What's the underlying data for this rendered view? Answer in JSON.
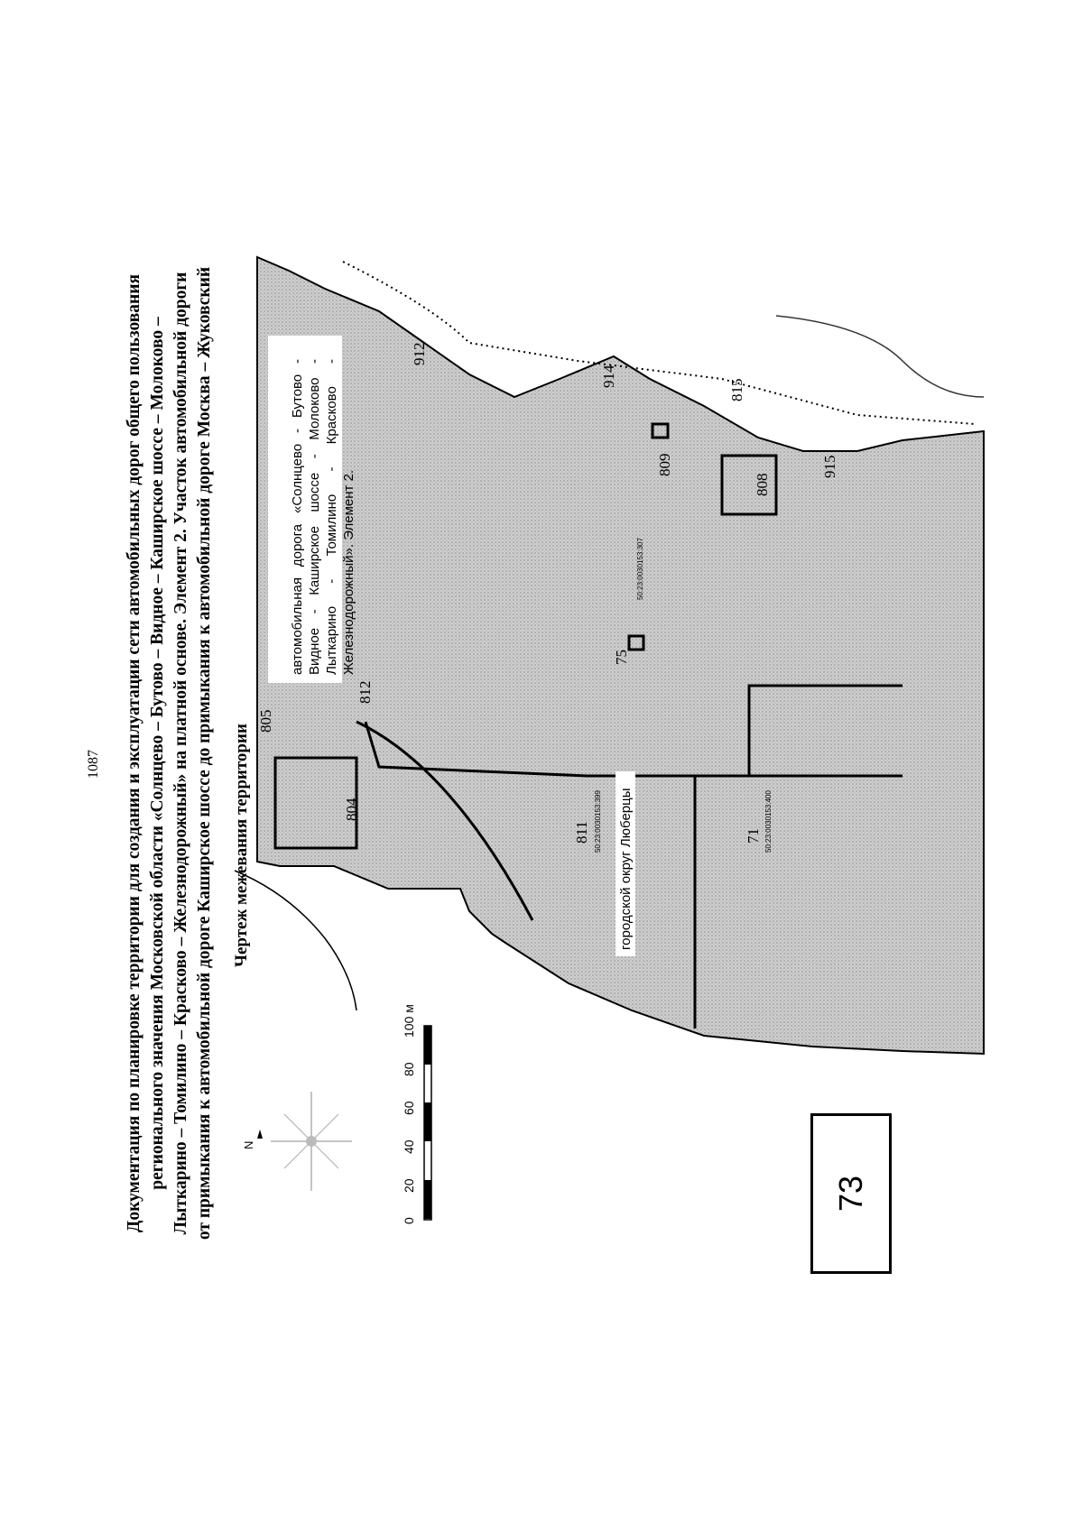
{
  "page_number": "1087",
  "title_lines": [
    "Документация по планировке территории для создания и эксплуатации сети автомобильных дорог общего пользования",
    "регионального значения Московской области «Солнцево – Бутово – Видное – Каширское шоссе – Молоково –",
    "Лыткарино – Томилино – Красково – Железнодорожный» на платной основе. Элемент 2. Участок автомобильной дороги",
    "от примыкания к автомобильной дороге Каширское шоссе до примыкания к автомобильной дороге Москва – Жуковский"
  ],
  "drawing_title": "Чертеж межевания территории",
  "road_label": "автомобильная дорога «Солнцево - Бутово - Видное - Каширское шоссе - Молоково - Лыткарино - Томилино - Красково - Железнодорожный». Элемент 2.",
  "district_label": "городской округ Люберцы",
  "scale_ticks": [
    "0",
    "20",
    "40",
    "60",
    "80",
    "100 м"
  ],
  "north_letter": "N",
  "page_badge": "73",
  "parcels": [
    {
      "id": "805"
    },
    {
      "id": "812"
    },
    {
      "id": "804"
    },
    {
      "id": "811",
      "cad": "50:23:0030153:399"
    },
    {
      "id": "71",
      "cad": "50:23:0030153:400"
    },
    {
      "id": "75"
    },
    {
      "id": "809"
    },
    {
      "id": "808"
    },
    {
      "id": "912"
    },
    {
      "id": "914"
    },
    {
      "id": "815"
    },
    {
      "id": "915"
    }
  ],
  "cad_road": "50:23:0030153:307",
  "colors": {
    "fill": "#c9c9c9",
    "line": "#000000"
  }
}
